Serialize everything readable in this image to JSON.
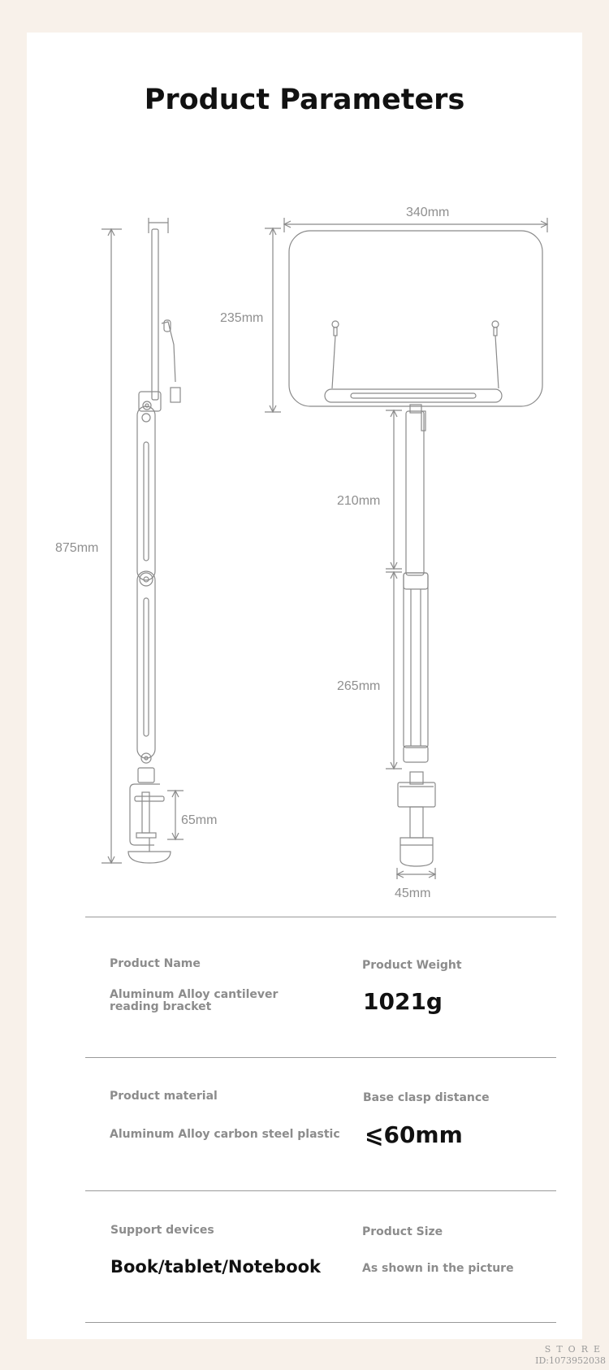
{
  "title": "Product Parameters",
  "dimensions": {
    "height_total": "875mm",
    "panel_width": "340mm",
    "panel_height": "235mm",
    "upper_arm": "210mm",
    "lower_arm": "265mm",
    "clamp_height": "65mm",
    "clamp_width": "45mm"
  },
  "specs": {
    "name_label": "Product Name",
    "name_value": "Aluminum Alloy cantilever reading bracket",
    "weight_label": "Product Weight",
    "weight_value": "1021g",
    "material_label": "Product material",
    "material_value": "Aluminum Alloy carbon steel plastic",
    "clasp_label": "Base clasp distance",
    "clasp_value": "⩽60mm",
    "devices_label": "Support devices",
    "devices_value": "Book/tablet/Notebook",
    "size_label": "Product Size",
    "size_value": "As shown in the picture"
  },
  "watermark": {
    "line1": "STORE",
    "line2": "ID:1073952038"
  }
}
